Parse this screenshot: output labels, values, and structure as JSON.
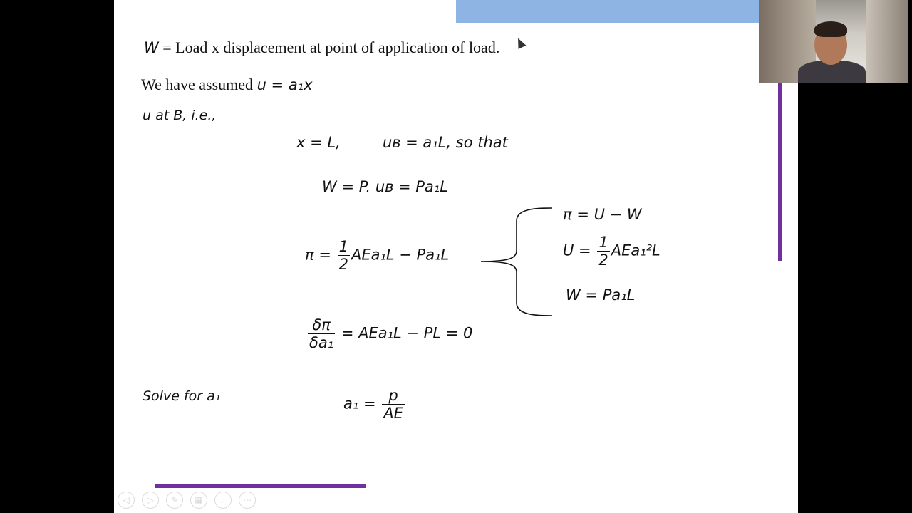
{
  "slide": {
    "line1": {
      "var": "W",
      "text": " = Load x displacement at point of application of load."
    },
    "line2": {
      "text": "We have assumed ",
      "eq": "u = a₁x"
    },
    "line3": "u at B, i.e.,",
    "line4a": "x = L,",
    "line4b": "uʙ = a₁L, so that",
    "line5": "W = P. uʙ = Pa₁L",
    "pi_eq": {
      "lhs": "π = ",
      "num": "1",
      "den": "2",
      "rhs": "AEa₁L − Pa₁L"
    },
    "brace_eq1": "π = U − W",
    "brace_eq2": {
      "lhs": "U = ",
      "num": "1",
      "den": "2",
      "rhs": "AEa₁²L"
    },
    "brace_eq3": "W = Pa₁L",
    "deriv": {
      "num": "δπ",
      "den": "δa₁",
      "rhs": " = AEa₁L − PL = 0"
    },
    "solve_label": "Solve for a₁",
    "solution": {
      "lhs": "a₁ = ",
      "num": "p",
      "den": "AE"
    }
  },
  "controls": {
    "prev": "◁",
    "next": "▷",
    "pen": "✎",
    "slides": "▦",
    "zoom": "⌕",
    "more": "⋯"
  },
  "colors": {
    "accent_blue": "#8eb4e3",
    "accent_purple": "#7030a0"
  }
}
